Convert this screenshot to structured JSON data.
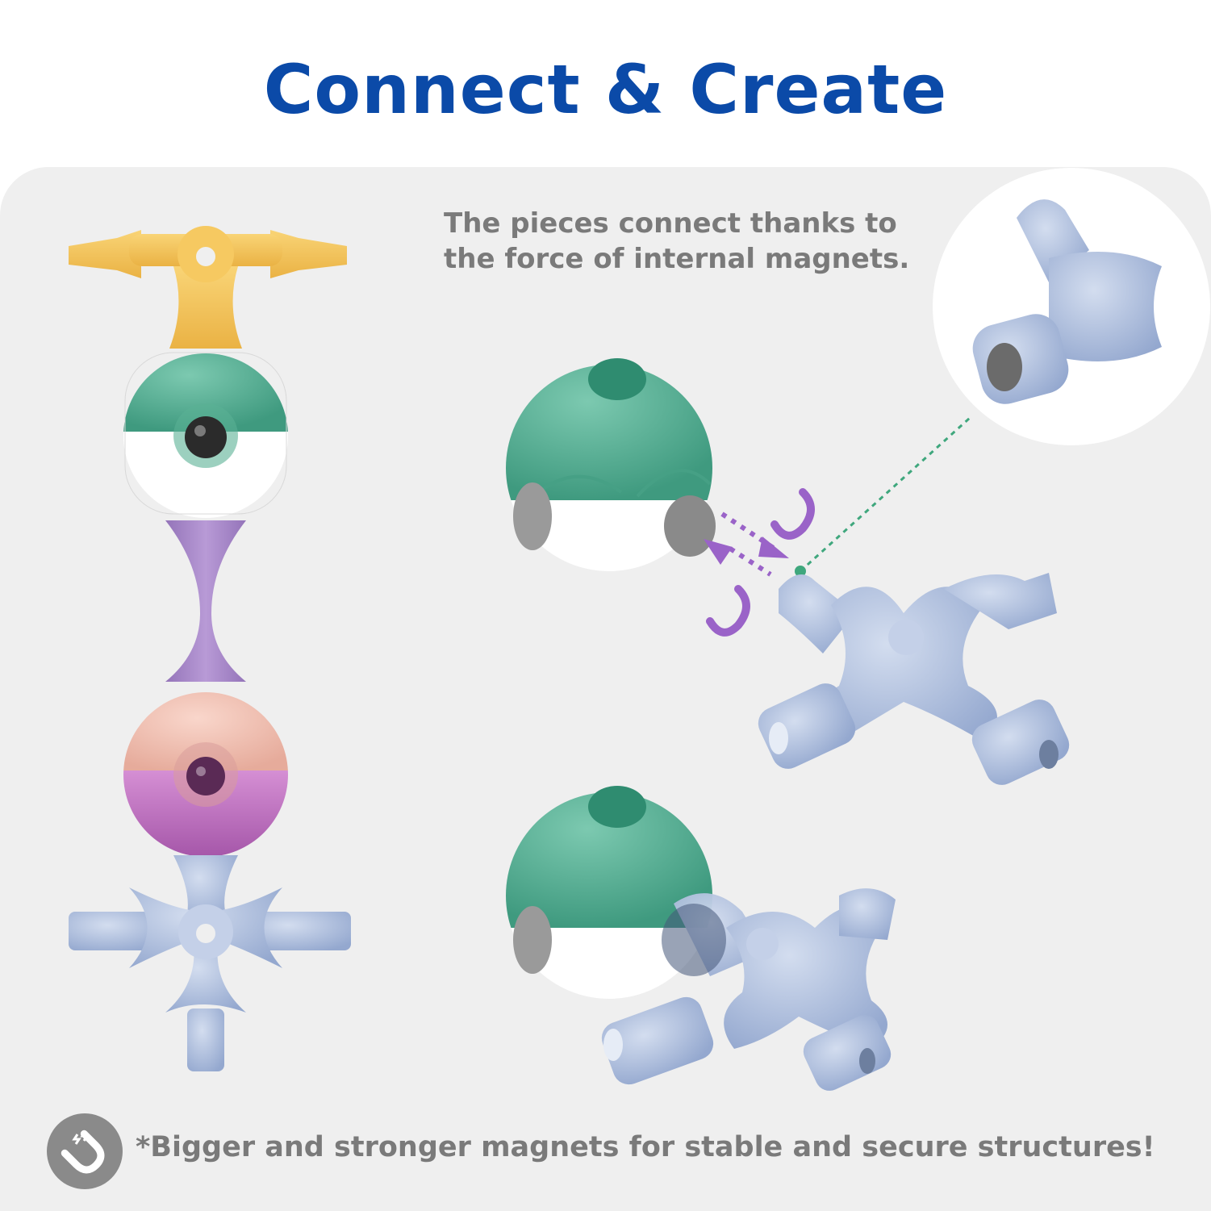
{
  "title": "Connect & Create",
  "note": {
    "line1": "The pieces connect thanks to",
    "line2": "the force of internal magnets."
  },
  "footer": {
    "text": "*Bigger and stronger magnets for stable and secure structures!",
    "icon": "magnet-icon"
  },
  "colors": {
    "title": "#0b4aa8",
    "panel": "#efefef",
    "text_gray": "#7a7a7a",
    "badge": "#8a8a8a",
    "green": "#4fa98d",
    "green_light": "#6cbea4",
    "white_piece": "#ffffff",
    "purple_arrow": "#9a63c8",
    "yellow": "#f4c55a",
    "lilac": "#a989c9",
    "peach": "#f3c4b5",
    "magenta_clear": "#c57ac4",
    "ice_blue": "#a8b8d8",
    "ice_blue_dark": "#8ea2c8",
    "leader_line": "#3fa77d"
  }
}
